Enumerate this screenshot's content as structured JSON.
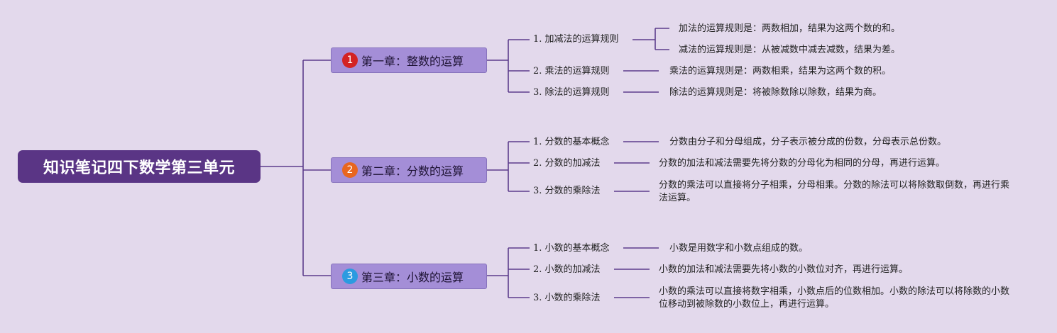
{
  "root": {
    "title": "知识笔记四下数学第三单元"
  },
  "chapters": [
    {
      "number": "1",
      "color": "#d32323",
      "title": "第一章：整数的运算",
      "topics": [
        {
          "title": "1. 加减法的运算规则",
          "leaves": [
            "加法的运算规则是：两数相加，结果为这两个数的和。",
            "减法的运算规则是：从被减数中减去减数，结果为差。"
          ]
        },
        {
          "title": "2. 乘法的运算规则",
          "leaves": [
            "乘法的运算规则是：两数相乘，结果为这两个数的积。"
          ]
        },
        {
          "title": "3. 除法的运算规则",
          "leaves": [
            "除法的运算规则是：将被除数除以除数，结果为商。"
          ]
        }
      ]
    },
    {
      "number": "2",
      "color": "#e8661f",
      "title": "第二章：分数的运算",
      "topics": [
        {
          "title": "1. 分数的基本概念",
          "leaves": [
            "分数由分子和分母组成，分子表示被分成的份数，分母表示总份数。"
          ]
        },
        {
          "title": "2. 分数的加减法",
          "leaves": [
            "分数的加法和减法需要先将分数的分母化为相同的分母，再进行运算。"
          ]
        },
        {
          "title": "3. 分数的乘除法",
          "leaves": [
            "分数的乘法可以直接将分子相乘，分母相乘。分数的除法可以将除数取倒数，再进行乘法运算。"
          ]
        }
      ]
    },
    {
      "number": "3",
      "color": "#2b9be0",
      "title": "第三章：小数的运算",
      "topics": [
        {
          "title": "1. 小数的基本概念",
          "leaves": [
            "小数是用数字和小数点组成的数。"
          ]
        },
        {
          "title": "2. 小数的加减法",
          "leaves": [
            "小数的加法和减法需要先将小数的小数位对齐，再进行运算。"
          ]
        },
        {
          "title": "3. 小数的乘除法",
          "leaves": [
            "小数的乘法可以直接将数字相乘，小数点后的位数相加。小数的除法可以将除数的小数位移动到被除数的小数位上，再进行运算。"
          ]
        }
      ]
    }
  ]
}
